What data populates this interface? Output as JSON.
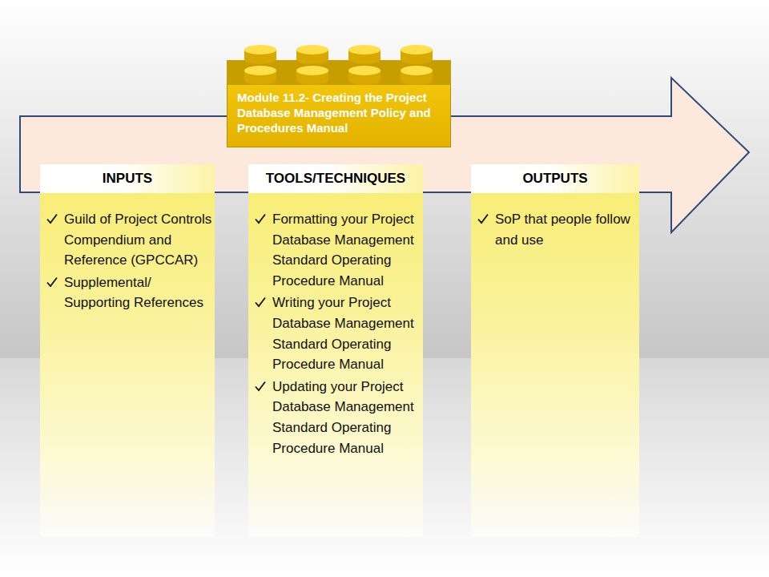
{
  "diagram": {
    "nodes": [
      {
        "text": [
          "Module 11.2- Creating the Project Database Management Policy and Procedures Manual"
        ]
      },
      {
        "text": [
          "INPUTS",
          "Guild of Project Controls Compendium and Reference (GPCCAR)",
          "Supplemental/ Supporting References"
        ]
      },
      {
        "text": [
          "TOOLS/TECHNIQUES",
          "Formatting your Project Database Management Standard Operating Procedure Manual",
          "Writing your Project Database Management Standard Operating Procedure Manual",
          "Updating your Project Database Management Standard Operating Procedure Manual"
        ]
      },
      {
        "text": [
          "OUTPUTS",
          "SoP that people follow and use"
        ]
      }
    ]
  }
}
